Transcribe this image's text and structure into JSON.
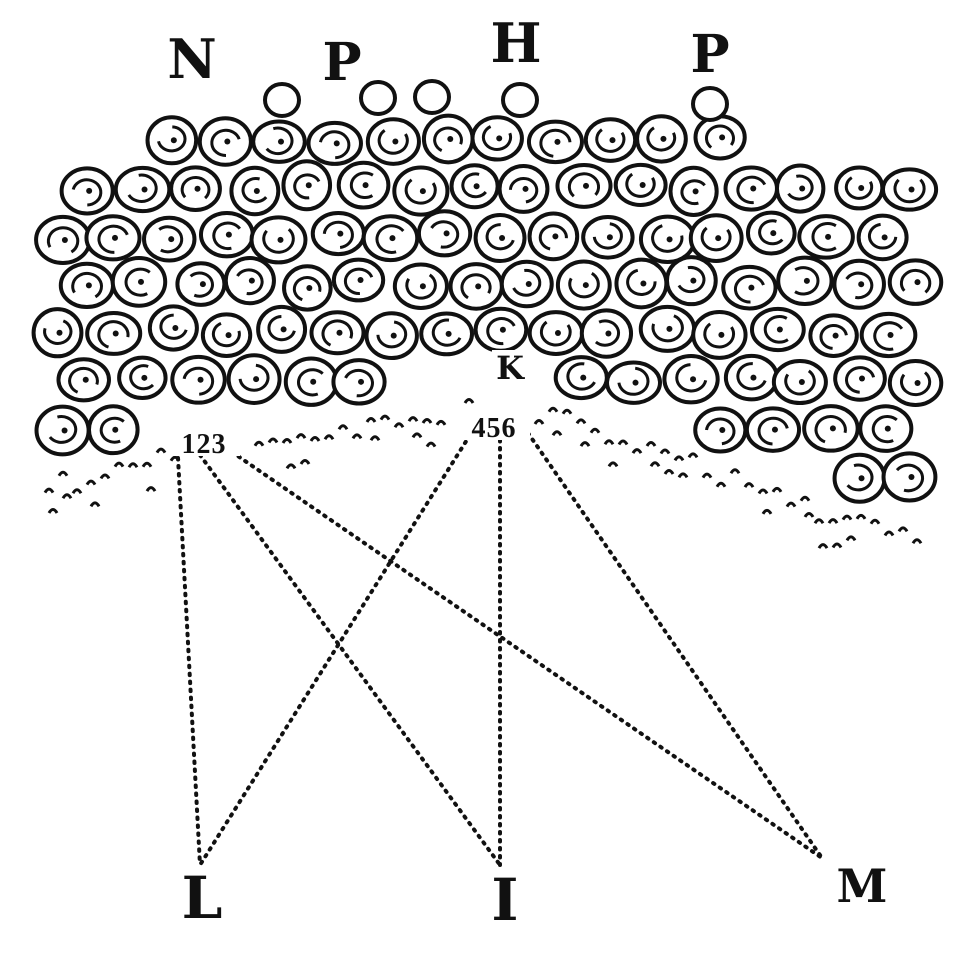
{
  "diagram": {
    "top_labels": [
      "N",
      "P",
      "H",
      "P"
    ],
    "inner_label": "K",
    "point_numbers_left": "123",
    "point_numbers_right": "456",
    "bottom_labels": [
      "L",
      "I",
      "M"
    ],
    "ink_color": "#111111",
    "background_color": "#ffffff"
  }
}
